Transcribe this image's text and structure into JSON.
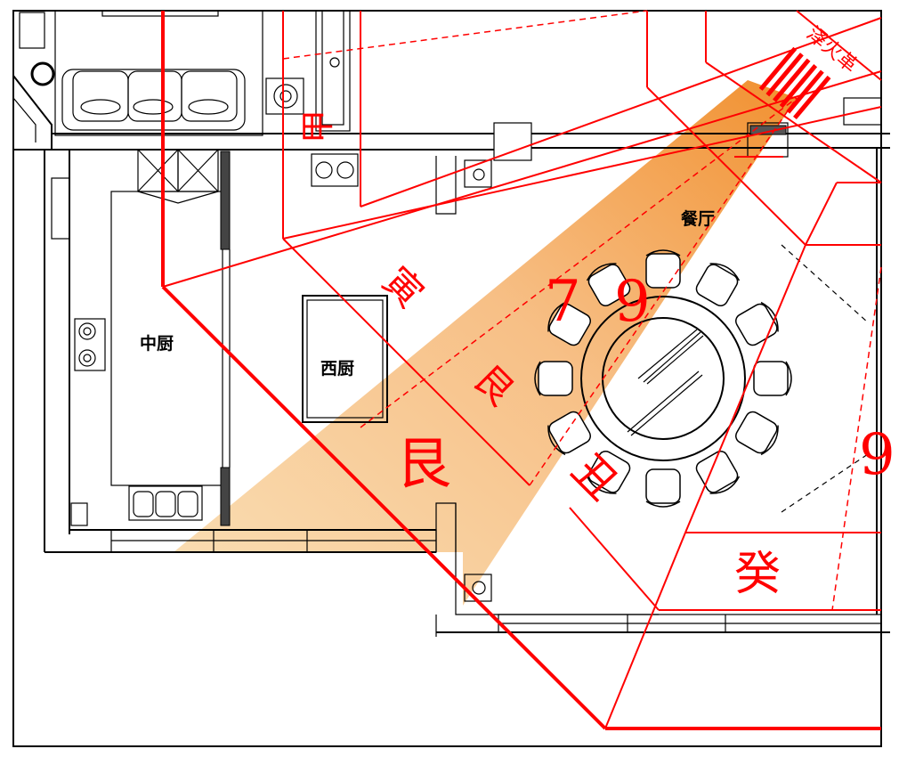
{
  "rooms": {
    "kitchen_chinese": "中厨",
    "kitchen_western": "西厨",
    "dining": "餐厅"
  },
  "sectors": {
    "yin": "寅",
    "gen_large": "艮",
    "gen_small": "艮",
    "chou": "丑",
    "gui": "癸",
    "jia": "甲"
  },
  "numbers": {
    "n7": "7",
    "n9": "9",
    "n9_right": "9"
  },
  "hexagram": {
    "label": "泽火革"
  },
  "colors": {
    "sector_red": "#ff0000",
    "beam_orange": "#f08a24",
    "walls": "#000000"
  }
}
